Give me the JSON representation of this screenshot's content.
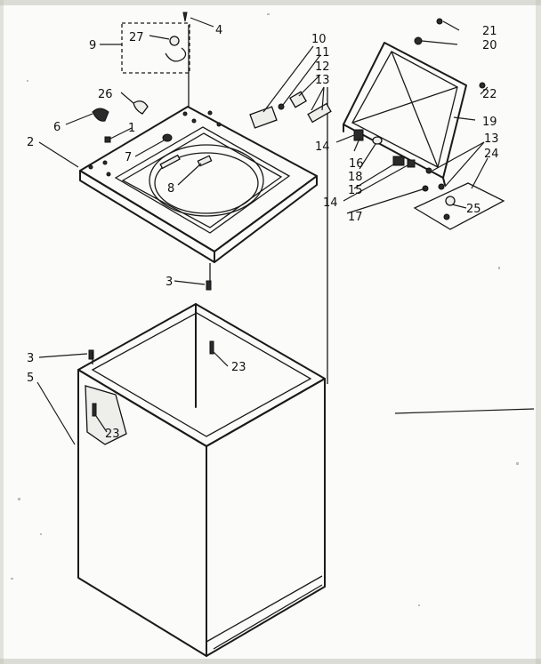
{
  "diagram": {
    "callouts": [
      {
        "id": "c1",
        "text": "1"
      },
      {
        "id": "c2",
        "text": "2"
      },
      {
        "id": "c3a",
        "text": "3"
      },
      {
        "id": "c3b",
        "text": "3"
      },
      {
        "id": "c4",
        "text": "4"
      },
      {
        "id": "c5",
        "text": "5"
      },
      {
        "id": "c6",
        "text": "6"
      },
      {
        "id": "c7",
        "text": "7"
      },
      {
        "id": "c8",
        "text": "8"
      },
      {
        "id": "c9",
        "text": "9"
      },
      {
        "id": "c10",
        "text": "10"
      },
      {
        "id": "c11",
        "text": "11"
      },
      {
        "id": "c12",
        "text": "12"
      },
      {
        "id": "c13a",
        "text": "13"
      },
      {
        "id": "c13b",
        "text": "13"
      },
      {
        "id": "c14a",
        "text": "14"
      },
      {
        "id": "c14b",
        "text": "14"
      },
      {
        "id": "c15",
        "text": "15"
      },
      {
        "id": "c16",
        "text": "16"
      },
      {
        "id": "c17",
        "text": "17"
      },
      {
        "id": "c18",
        "text": "18"
      },
      {
        "id": "c19",
        "text": "19"
      },
      {
        "id": "c20",
        "text": "20"
      },
      {
        "id": "c21",
        "text": "21"
      },
      {
        "id": "c22",
        "text": "22"
      },
      {
        "id": "c23a",
        "text": "23"
      },
      {
        "id": "c23b",
        "text": "23"
      },
      {
        "id": "c24",
        "text": "24"
      },
      {
        "id": "c25",
        "text": "25"
      },
      {
        "id": "c26",
        "text": "26"
      },
      {
        "id": "c27",
        "text": "27"
      }
    ]
  }
}
